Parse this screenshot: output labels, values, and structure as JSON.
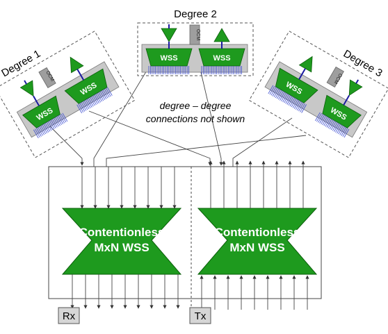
{
  "degrees": [
    {
      "label": "Degree 1",
      "ocm": "OCM",
      "wss_top": "WSS",
      "wss_bottom": "WSS"
    },
    {
      "label": "Degree 2",
      "ocm": "OCM",
      "wss_left": "WSS",
      "wss_right": "WSS"
    },
    {
      "label": "Degree 3",
      "ocm": "OCM",
      "wss_top": "WSS",
      "wss_bottom": "WSS"
    }
  ],
  "note": {
    "line1": "degree – degree",
    "line2": "connections not shown"
  },
  "modules": [
    {
      "line1": "Contentionless",
      "line2": "MxN WSS"
    },
    {
      "line1": "Contentionless",
      "line2": "MxN WSS"
    }
  ],
  "ports": {
    "rx": "Rx",
    "tx": "Tx"
  },
  "colors": {
    "green": "#1e9a1e",
    "green_dark": "#0a5e0a",
    "gray": "#bdbdbd",
    "blue": "#3a4bd0",
    "port_blue": "#1a1aa0"
  }
}
